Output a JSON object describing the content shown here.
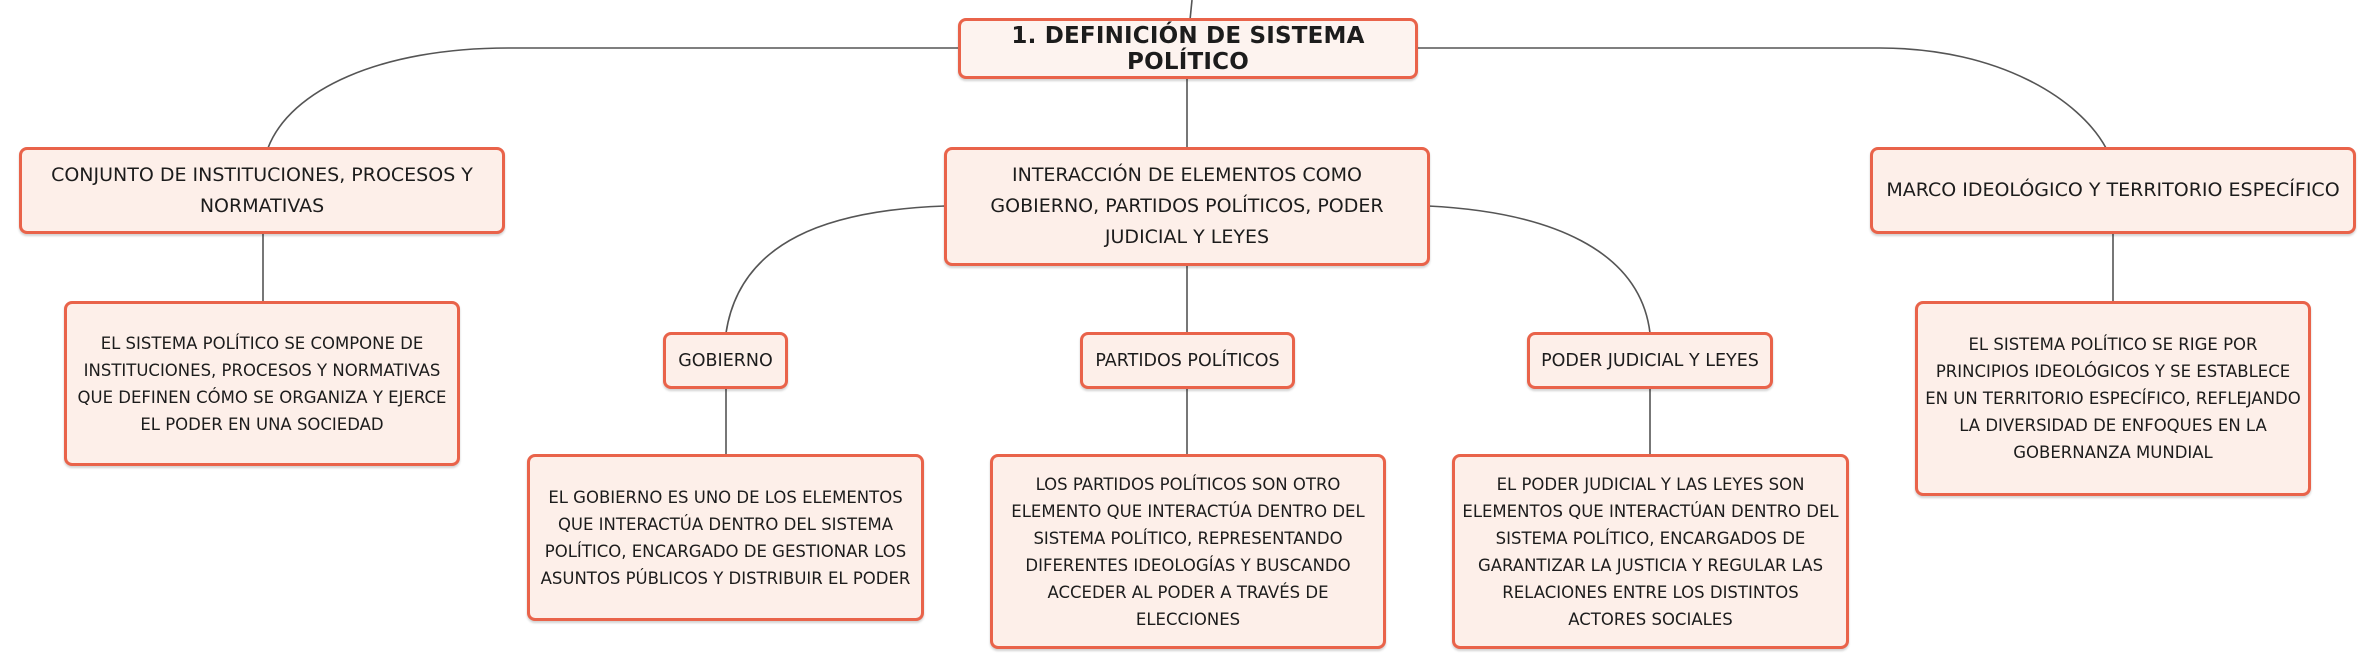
{
  "colors": {
    "border": "#e9634a",
    "fill": "#fdefe9",
    "connector": "#555555",
    "text": "#1c1c1c"
  },
  "root": {
    "label": "1. DEFINICIÓN DE SISTEMA POLÍTICO"
  },
  "branches": {
    "left": {
      "label": "CONJUNTO DE INSTITUCIONES, PROCESOS Y NORMATIVAS",
      "detail": "EL SISTEMA POLÍTICO SE COMPONE DE INSTITUCIONES, PROCESOS Y NORMATIVAS QUE DEFINEN CÓMO SE ORGANIZA Y EJERCE EL PODER EN UNA SOCIEDAD"
    },
    "center": {
      "label": "INTERACCIÓN DE ELEMENTOS COMO GOBIERNO, PARTIDOS POLÍTICOS, PODER JUDICIAL Y LEYES",
      "children": [
        {
          "label": "GOBIERNO",
          "detail": "EL GOBIERNO ES UNO DE LOS ELEMENTOS QUE INTERACTÚA DENTRO DEL SISTEMA POLÍTICO, ENCARGADO DE GESTIONAR LOS ASUNTOS PÚBLICOS Y DISTRIBUIR EL PODER"
        },
        {
          "label": "PARTIDOS POLÍTICOS",
          "detail": "LOS PARTIDOS POLÍTICOS SON OTRO ELEMENTO QUE INTERACTÚA DENTRO DEL SISTEMA POLÍTICO, REPRESENTANDO DIFERENTES IDEOLOGÍAS Y BUSCANDO ACCEDER AL PODER A TRAVÉS DE ELECCIONES"
        },
        {
          "label": "PODER JUDICIAL Y LEYES",
          "detail": "EL PODER JUDICIAL Y LAS LEYES SON ELEMENTOS QUE INTERACTÚAN DENTRO DEL SISTEMA POLÍTICO, ENCARGADOS DE GARANTIZAR LA JUSTICIA Y REGULAR LAS RELACIONES ENTRE LOS DISTINTOS ACTORES SOCIALES"
        }
      ]
    },
    "right": {
      "label": "MARCO IDEOLÓGICO Y TERRITORIO ESPECÍFICO",
      "detail": "EL SISTEMA POLÍTICO SE RIGE POR PRINCIPIOS IDEOLÓGICOS Y SE ESTABLECE EN UN TERRITORIO ESPECÍFICO, REFLEJANDO LA DIVERSIDAD DE ENFOQUES EN LA GOBERNANZA MUNDIAL"
    }
  }
}
